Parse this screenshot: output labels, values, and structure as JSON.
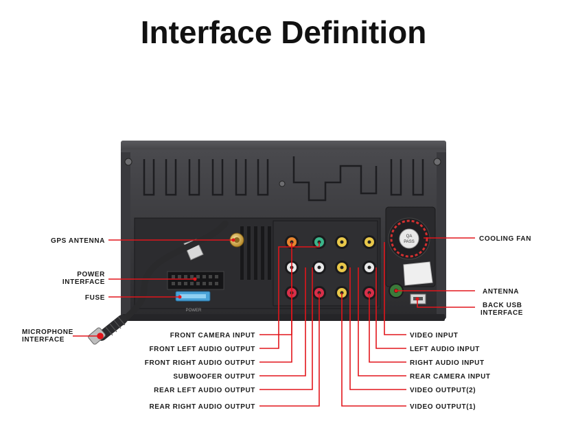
{
  "title": "Interface Definition",
  "panel": {
    "power_label": "POWER",
    "fan_text_1": "QA",
    "fan_text_2": "PASS"
  },
  "labels": {
    "gps_antenna": "GPS ANTENNA",
    "power_interface_1": "POWER",
    "power_interface_2": "INTERFACE",
    "fuse": "FUSE",
    "microphone_1": "MICROPHONE",
    "microphone_2": "INTERFACE",
    "cooling_fan": "COOLING FAN",
    "antenna": "ANTENNA",
    "back_usb_1": "BACK USB",
    "back_usb_2": "INTERFACE",
    "front_camera_input": "FRONT CAMERA INPUT",
    "front_left_audio_output": "FRONT LEFT AUDIO OUTPUT",
    "front_right_audio_output": "FRONT RIGHT AUDIO OUTPUT",
    "subwoofer_output": "SUBWOOFER OUTPUT",
    "rear_left_audio_output": "REAR LEFT AUDIO OUTPUT",
    "rear_right_audio_output": "REAR RIGHT AUDIO OUTPUT",
    "video_input": "VIDEO INPUT",
    "left_audio_input": "LEFT AUDIO INPUT",
    "right_audio_input": "RIGHT AUDIO INPUT",
    "rear_camera_input": "REAR CAMERA INPUT",
    "video_output_2": "VIDEO OUTPUT(2)",
    "video_output_1": "VIDEO OUTPUT(1)"
  },
  "colors": {
    "pointer": "#e2151b",
    "rca_yellow": "#e9c84a",
    "rca_green": "#3bb58a",
    "rca_white": "#e8e8e8",
    "rca_red": "#d8304a",
    "rca_orange": "#e7842e"
  }
}
